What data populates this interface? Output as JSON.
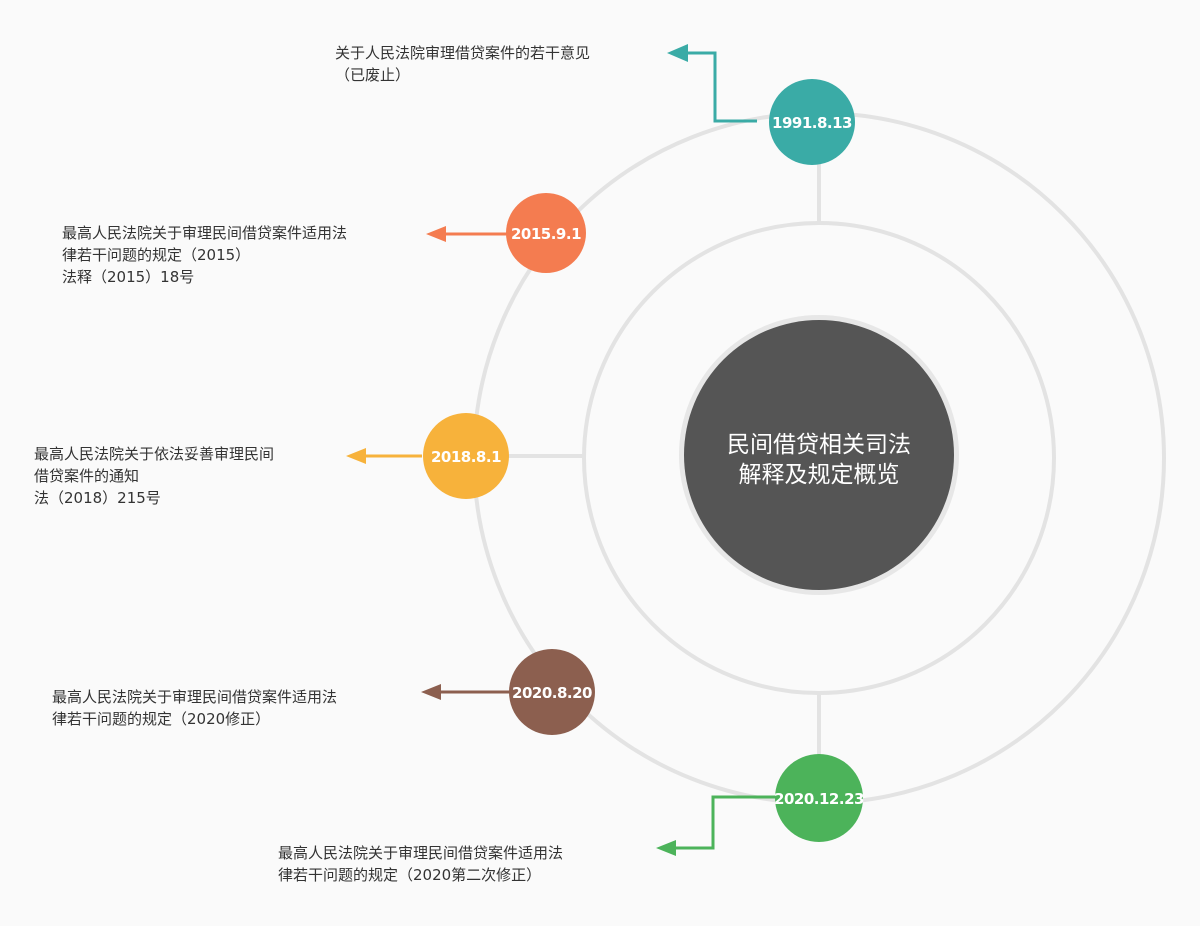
{
  "center": {
    "lines": [
      "民间借贷相关司法",
      "解释及规定概览"
    ],
    "color": "#555555"
  },
  "milestones": [
    {
      "date": "1991.8.13",
      "color": "#3aaba6",
      "text": [
        "关于人民法院审理借贷案件的若干意见",
        "（已废止）"
      ]
    },
    {
      "date": "2015.9.1",
      "color": "#f47c50",
      "text": [
        "最高人民法院关于审理民间借贷案件适用法",
        "律若干问题的规定（2015）",
        "法释（2015）18号"
      ]
    },
    {
      "date": "2018.8.1",
      "color": "#f7b23b",
      "text": [
        "最高人民法院关于依法妥善审理民间",
        "借贷案件的通知",
        "法（2018）215号"
      ]
    },
    {
      "date": "2020.8.20",
      "color": "#8c5f4f",
      "text": [
        "最高人民法院关于审理民间借贷案件适用法",
        "律若干问题的规定（2020修正）"
      ]
    },
    {
      "date": "2020.12.23",
      "color": "#4cb35a",
      "text": [
        "最高人民法院关于审理民间借贷案件适用法",
        "律若干问题的规定（2020第二次修正）"
      ]
    }
  ]
}
